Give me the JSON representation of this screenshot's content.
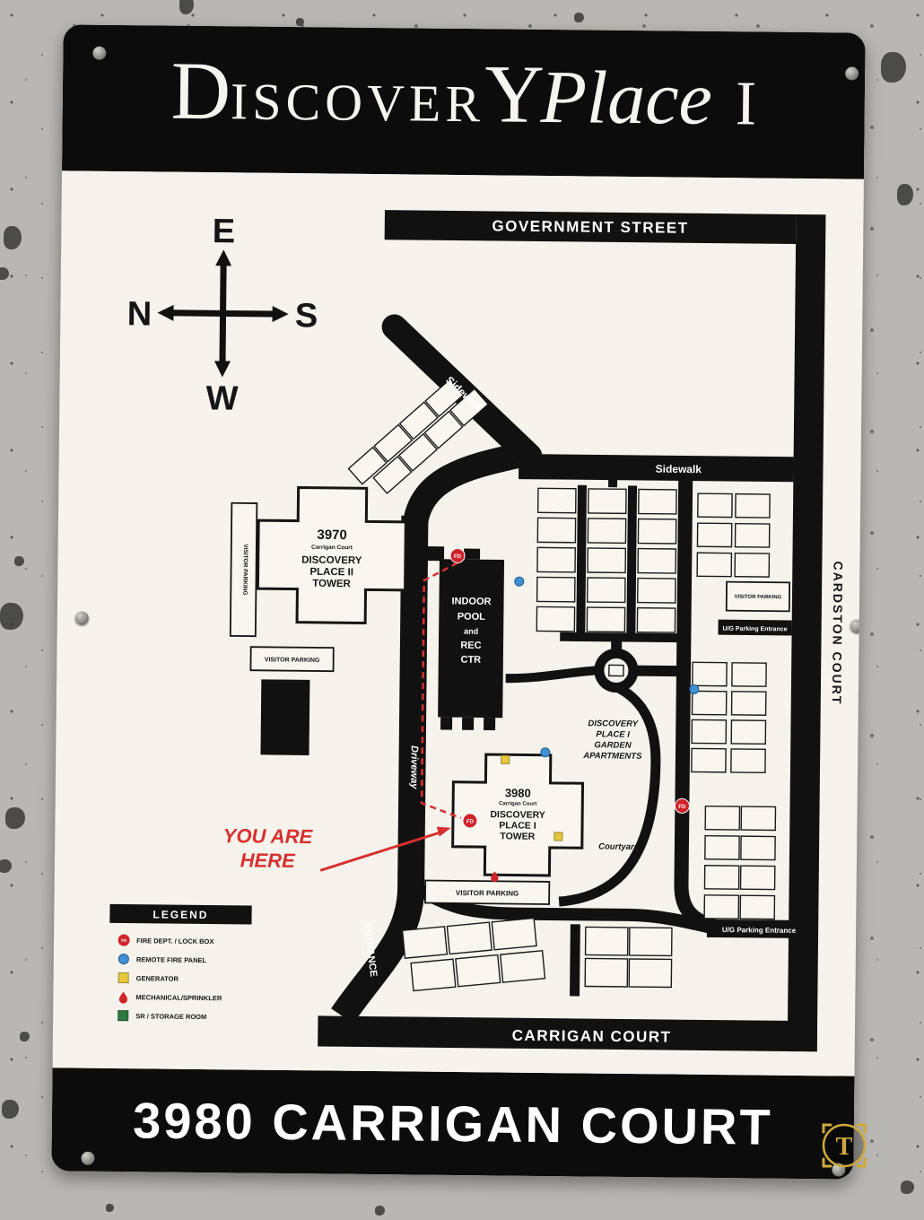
{
  "colors": {
    "sign_bg": "#f5f3ec",
    "band_black": "#0c0c0c",
    "accent_red": "#d8302f",
    "fire_panel_blue": "#3f8fd2",
    "generator_yellow": "#e7c73c",
    "storage_green": "#2f7a42",
    "gold": "#c9a23a"
  },
  "header": {
    "part_d": "D",
    "part_iscover": "ISCOVER",
    "part_y": "Y",
    "part_place": "Place",
    "part_i": "I"
  },
  "footer": {
    "address": "3980 CARRIGAN COURT"
  },
  "compass": {
    "top": "E",
    "left": "N",
    "right": "S",
    "bottom": "W"
  },
  "streets": {
    "government": "GOVERNMENT STREET",
    "cardston": "CARDSTON COURT",
    "carrigan": "CARRIGAN COURT",
    "sidewalk_diagonal": "Sidewalk",
    "sidewalk_right": "Sidewalk",
    "driveway": "Driveway",
    "entrance": "ENTRANCE"
  },
  "buildings": {
    "tower2": {
      "number": "3970",
      "street": "Carrigan Court",
      "line1": "DISCOVERY",
      "line2": "PLACE II",
      "line3": "TOWER"
    },
    "tower1": {
      "number": "3980",
      "street": "Carrigan Court",
      "line1": "DISCOVERY",
      "line2": "PLACE I",
      "line3": "TOWER"
    },
    "pool": {
      "line1": "INDOOR",
      "line2": "POOL",
      "line3": "and",
      "line4": "REC",
      "line5": "CTR"
    },
    "garden": {
      "line1": "DISCOVERY",
      "line2": "PLACE I",
      "line3": "GARDEN",
      "line4": "APARTMENTS"
    },
    "courtyard": "Courtyard"
  },
  "labels": {
    "visitor_parking_left": "VISITOR PARKING",
    "visitor_parking_tower2": "VISITOR PARKING",
    "visitor_parking_right_top": "VISITOR PARKING",
    "visitor_parking_tower1": "VISITOR PARKING",
    "ug_entrance_top": "U/G Parking Entrance",
    "ug_entrance_bottom": "U/G Parking Entrance",
    "you_are_here_line1": "YOU ARE",
    "you_are_here_line2": "HERE",
    "fd": "FD"
  },
  "legend": {
    "title": "LEGEND",
    "items": [
      {
        "icon": "fire-dept-circle",
        "label": "FIRE DEPT. / LOCK BOX"
      },
      {
        "icon": "remote-fire-panel-circle",
        "label": "REMOTE FIRE PANEL"
      },
      {
        "icon": "generator-square",
        "label": "GENERATOR"
      },
      {
        "icon": "mechanical-sprinkler-drop",
        "label": "MECHANICAL/SPRINKLER"
      },
      {
        "icon": "storage-room-square",
        "label": "SR / STORAGE ROOM"
      }
    ]
  },
  "overlay": {
    "live_text_icon": "T"
  }
}
